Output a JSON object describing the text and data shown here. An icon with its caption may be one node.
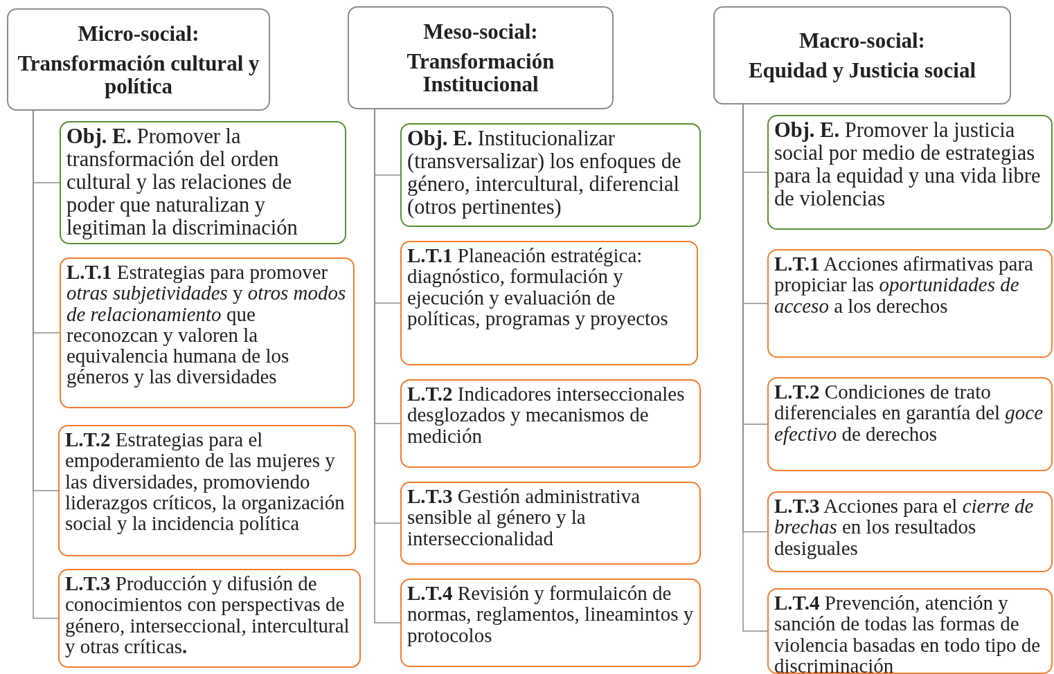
{
  "diagram": {
    "nodes": [
      {
        "text": [
          "Micro-social:",
          "Transformación cultural y política"
        ]
      },
      {
        "text": [
          "**Obj. E.** Promover la transformación del orden cultural y las relaciones de poder que naturalizan y legitiman la discriminación"
        ]
      },
      {
        "text": [
          "**L.T.1** Estrategias para promover *otras subjetividades* y *otros modos de relacionamiento* que reconozcan y valoren la equivalencia humana de los géneros y las diversidades"
        ]
      },
      {
        "text": [
          "**L.T.2** Estrategias para el empoderamiento de las mujeres y las diversidades, promoviendo liderazgos críticos, la organización social y la incidencia política"
        ]
      },
      {
        "text": [
          "**L.T.3** Producción y difusión de conocimientos con perspectivas de género, interseccional, intercultural y otras críticas**.**"
        ]
      },
      {
        "text": [
          "Meso-social:",
          "Transformación Institucional"
        ]
      },
      {
        "text": [
          "**Obj. E.** Institucionalizar (transversalizar) los enfoques de género, intercultural, diferencial (otros pertinentes)"
        ]
      },
      {
        "text": [
          "**L.T.1** Planeación estratégica: diagnóstico, formulación y ejecución y evaluación de políticas, programas y proyectos"
        ]
      },
      {
        "text": [
          "**L.T.2** Indicadores interseccionales desglozados y mecanismos de medición"
        ]
      },
      {
        "text": [
          "**L.T.3** Gestión administrativa sensible al género y la interseccionalidad"
        ]
      },
      {
        "text": [
          "**L.T.4** Revisión y formulaicón de normas, reglamentos, lineamintos y protocolos"
        ]
      },
      {
        "text": [
          "Macro-social:",
          "Equidad y Justicia social"
        ]
      },
      {
        "text": [
          "**Obj. E.** Promover la justicia social por medio de estrategias para la equidad y una vida libre de violencias"
        ]
      },
      {
        "text": [
          "**L.T.1** Acciones afirmativas para propiciar las *oportunidades de acceso* a los derechos"
        ]
      },
      {
        "text": [
          "**L.T.2** Condiciones de trato diferenciales en garantía del *goce efectivo* de derechos"
        ]
      },
      {
        "text": [
          "**L.T.3** Acciones para el *cierre de brechas* en los resultados desiguales"
        ]
      },
      {
        "text": [
          "**L.T.4** Prevención, atención y sanción de todas las formas de violencia basadas en todo tipo de discriminación"
        ]
      }
    ],
    "edges": [
      {
        "from": 0,
        "to": 1,
        "arrow": "none"
      },
      {
        "from": 0,
        "to": 2,
        "arrow": "none"
      },
      {
        "from": 0,
        "to": 3,
        "arrow": "none"
      },
      {
        "from": 0,
        "to": 4,
        "arrow": "none"
      },
      {
        "from": 5,
        "to": 6,
        "arrow": "none"
      },
      {
        "from": 5,
        "to": 7,
        "arrow": "none"
      },
      {
        "from": 5,
        "to": 8,
        "arrow": "none"
      },
      {
        "from": 5,
        "to": 9,
        "arrow": "none"
      },
      {
        "from": 5,
        "to": 10,
        "arrow": "none"
      },
      {
        "from": 11,
        "to": 12,
        "arrow": "none"
      },
      {
        "from": 11,
        "to": 13,
        "arrow": "none"
      },
      {
        "from": 11,
        "to": 14,
        "arrow": "none"
      },
      {
        "from": 11,
        "to": 15,
        "arrow": "none"
      },
      {
        "from": 11,
        "to": 16,
        "arrow": "none"
      }
    ]
  }
}
